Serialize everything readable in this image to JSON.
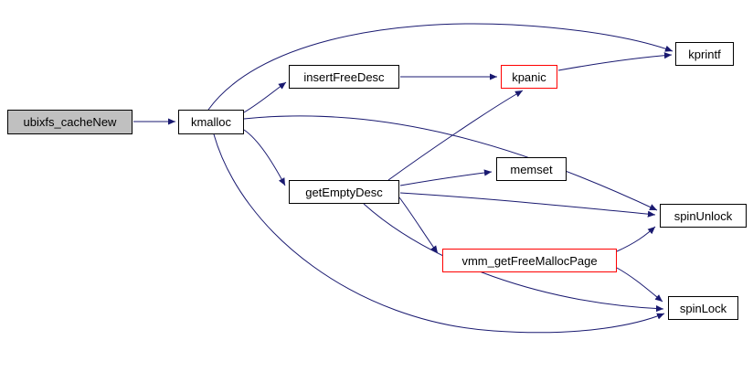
{
  "diagram": {
    "type": "call-graph",
    "nodes": {
      "ubixfs_cacheNew": {
        "label": "ubixfs_cacheNew",
        "style": "current"
      },
      "kmalloc": {
        "label": "kmalloc",
        "style": "normal"
      },
      "insertFreeDesc": {
        "label": "insertFreeDesc",
        "style": "normal"
      },
      "kpanic": {
        "label": "kpanic",
        "style": "truncated"
      },
      "kprintf": {
        "label": "kprintf",
        "style": "normal"
      },
      "getEmptyDesc": {
        "label": "getEmptyDesc",
        "style": "normal"
      },
      "memset": {
        "label": "memset",
        "style": "normal"
      },
      "spinUnlock": {
        "label": "spinUnlock",
        "style": "normal"
      },
      "vmm_getFreeMallocPage": {
        "label": "vmm_getFreeMallocPage",
        "style": "truncated"
      },
      "spinLock": {
        "label": "spinLock",
        "style": "normal"
      }
    },
    "edges": [
      {
        "from": "ubixfs_cacheNew",
        "to": "kmalloc"
      },
      {
        "from": "kmalloc",
        "to": "insertFreeDesc"
      },
      {
        "from": "kmalloc",
        "to": "getEmptyDesc"
      },
      {
        "from": "kmalloc",
        "to": "kprintf"
      },
      {
        "from": "kmalloc",
        "to": "spinUnlock"
      },
      {
        "from": "kmalloc",
        "to": "spinLock"
      },
      {
        "from": "insertFreeDesc",
        "to": "kpanic"
      },
      {
        "from": "kpanic",
        "to": "kprintf"
      },
      {
        "from": "getEmptyDesc",
        "to": "kpanic"
      },
      {
        "from": "getEmptyDesc",
        "to": "memset"
      },
      {
        "from": "getEmptyDesc",
        "to": "spinUnlock"
      },
      {
        "from": "getEmptyDesc",
        "to": "vmm_getFreeMallocPage"
      },
      {
        "from": "getEmptyDesc",
        "to": "spinLock"
      },
      {
        "from": "vmm_getFreeMallocPage",
        "to": "spinUnlock"
      },
      {
        "from": "vmm_getFreeMallocPage",
        "to": "spinLock"
      }
    ],
    "colors": {
      "edge": "#191970",
      "node_border": "#000000",
      "truncated_border": "#ff0000",
      "current_fill": "#c0c0c0",
      "background": "#ffffff",
      "text": "#000000"
    }
  }
}
